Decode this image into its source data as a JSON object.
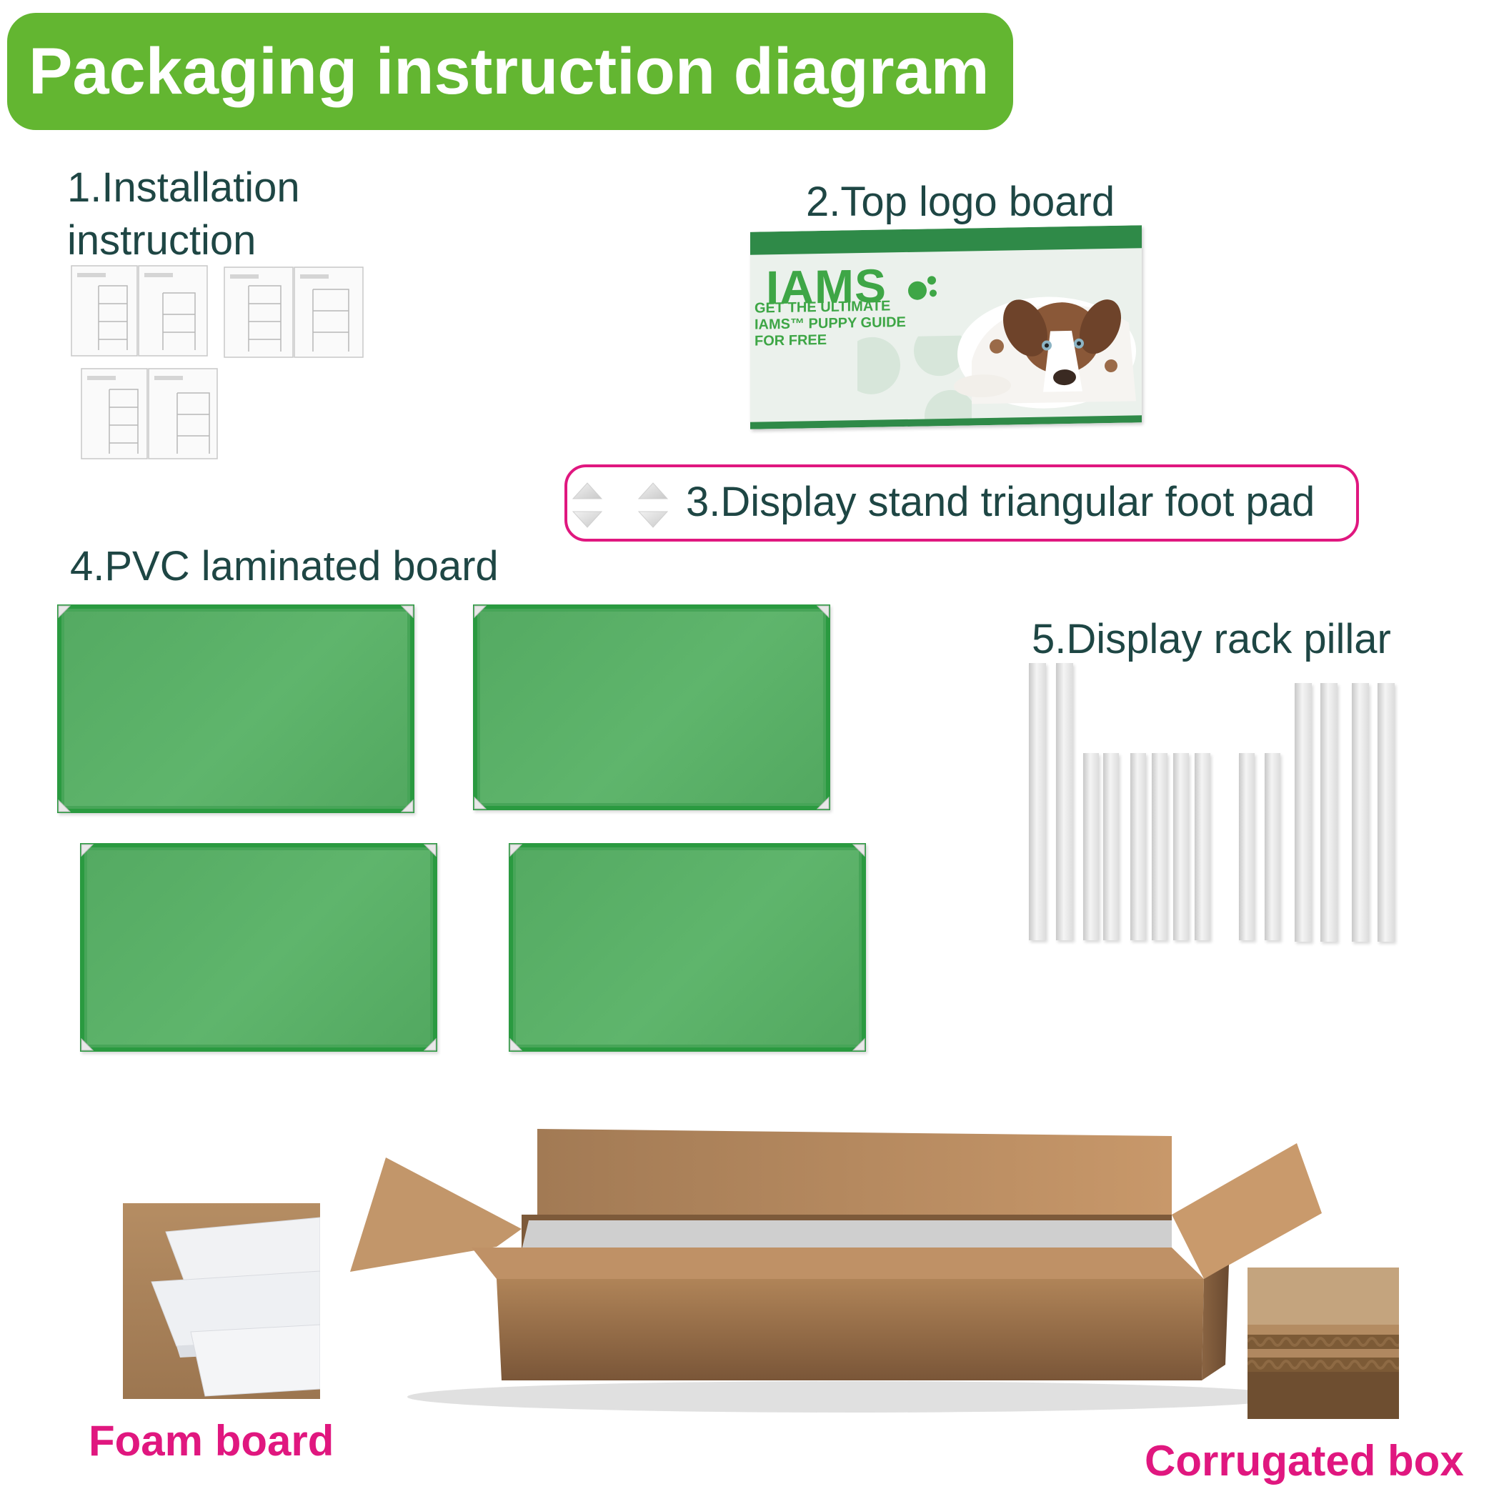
{
  "header": {
    "title": "Packaging instruction diagram"
  },
  "items": [
    {
      "id": 1,
      "label_line1": "1.Installation",
      "label_line2": "instruction"
    },
    {
      "id": 2,
      "label": "2.Top logo board"
    },
    {
      "id": 3,
      "label": "3.Display stand triangular foot pad"
    },
    {
      "id": 4,
      "label": "4.PVC laminated board"
    },
    {
      "id": 5,
      "label": "5.Display rack pillar"
    }
  ],
  "logo_board": {
    "brand": "IAMS",
    "tagline_line1": "GET THE ULTIMATE",
    "tagline_line2": "IAMS™ PUPPY GUIDE",
    "tagline_line3": "FOR FREE"
  },
  "materials": {
    "foam_label": "Foam board",
    "box_label": "Corrugated box"
  },
  "colors": {
    "title_bg": "#63b631",
    "label_text": "#1e4644",
    "accent_magenta": "#e0177f",
    "pvc_green": "#58ae66",
    "cardboard": "#c09468"
  }
}
